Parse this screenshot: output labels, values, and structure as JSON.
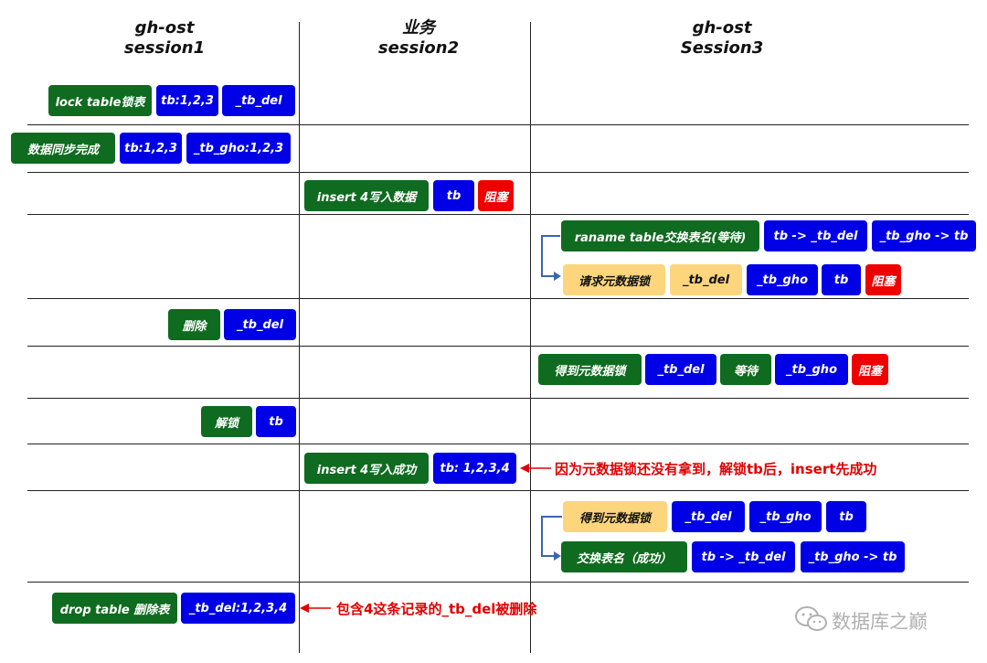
{
  "colors": {
    "green": "#0f6b1f",
    "blue": "#0000e6",
    "red": "#ee0000",
    "yellow": "#fcd57d",
    "annotation": "#e00000",
    "connector": "#3a66b0"
  },
  "headers": {
    "col1": {
      "line1": "gh-ost",
      "line2": "session1"
    },
    "col2": {
      "line1": "业务",
      "line2": "session2"
    },
    "col3": {
      "line1": "gh-ost",
      "line2": "Session3"
    }
  },
  "rows": {
    "r1": [
      "lock table锁表",
      "tb:1,2,3",
      "_tb_del"
    ],
    "r2": [
      "数据同步完成",
      "tb:1,2,3",
      "_tb_gho:1,2,3"
    ],
    "r3": [
      "insert 4写入数据",
      "tb",
      "阻塞"
    ],
    "r4a": [
      "raname table交换表名(等待)",
      "tb -> _tb_del",
      "_tb_gho -> tb"
    ],
    "r4b": [
      "请求元数据锁",
      "_tb_del",
      "_tb_gho",
      "tb",
      "阻塞"
    ],
    "r5": [
      "删除",
      "_tb_del"
    ],
    "r6": [
      "得到元数据锁",
      "_tb_del",
      "等待",
      "_tb_gho",
      "阻塞"
    ],
    "r7": [
      "解锁",
      "tb"
    ],
    "r8": [
      "insert 4写入成功",
      "tb:  1,2,3,4"
    ],
    "r9a": [
      "得到元数据锁",
      "_tb_del",
      "_tb_gho",
      "tb"
    ],
    "r9b": [
      "交换表名（成功）",
      "tb -> _tb_del",
      "_tb_gho -> tb"
    ],
    "r10": [
      "drop table 删除表",
      "_tb_del:1,2,3,4"
    ]
  },
  "annotations": {
    "a1": "因为元数据锁还没有拿到，解锁tb后，insert先成功",
    "a2": "包含4这条记录的_tb_del被删除"
  },
  "watermark": "数据库之巅",
  "icons": {
    "wechat": "wechat-icon",
    "arrow": "arrow-left-icon",
    "connector": "bracket-arrow-icon"
  }
}
